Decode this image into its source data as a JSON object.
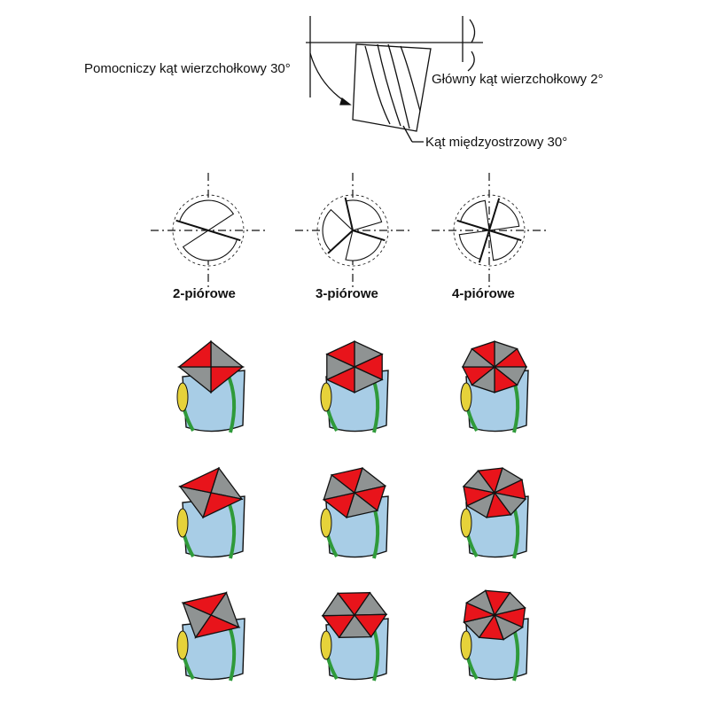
{
  "angle_labels": {
    "auxiliary_point_angle": "Pomocniczy kąt wierzchołkowy 30°",
    "main_point_angle": "Główny kąt wierzchołkowy 2°",
    "inter_blade_angle": "Kąt międzyostrzowy 30°"
  },
  "flute_types": [
    {
      "label": "2-piórowe",
      "flutes": 2
    },
    {
      "label": "3-piórowe",
      "flutes": 3
    },
    {
      "label": "4-piórowe",
      "flutes": 4
    }
  ],
  "tip_variant_rows": 3,
  "colors": {
    "cutting_edge": "#e8141b",
    "tip_face": "#8f9393",
    "body": "#a8cde6",
    "helix_stripe": "#2f9a3a",
    "clearance": "#e6d23a",
    "line": "#111111"
  }
}
